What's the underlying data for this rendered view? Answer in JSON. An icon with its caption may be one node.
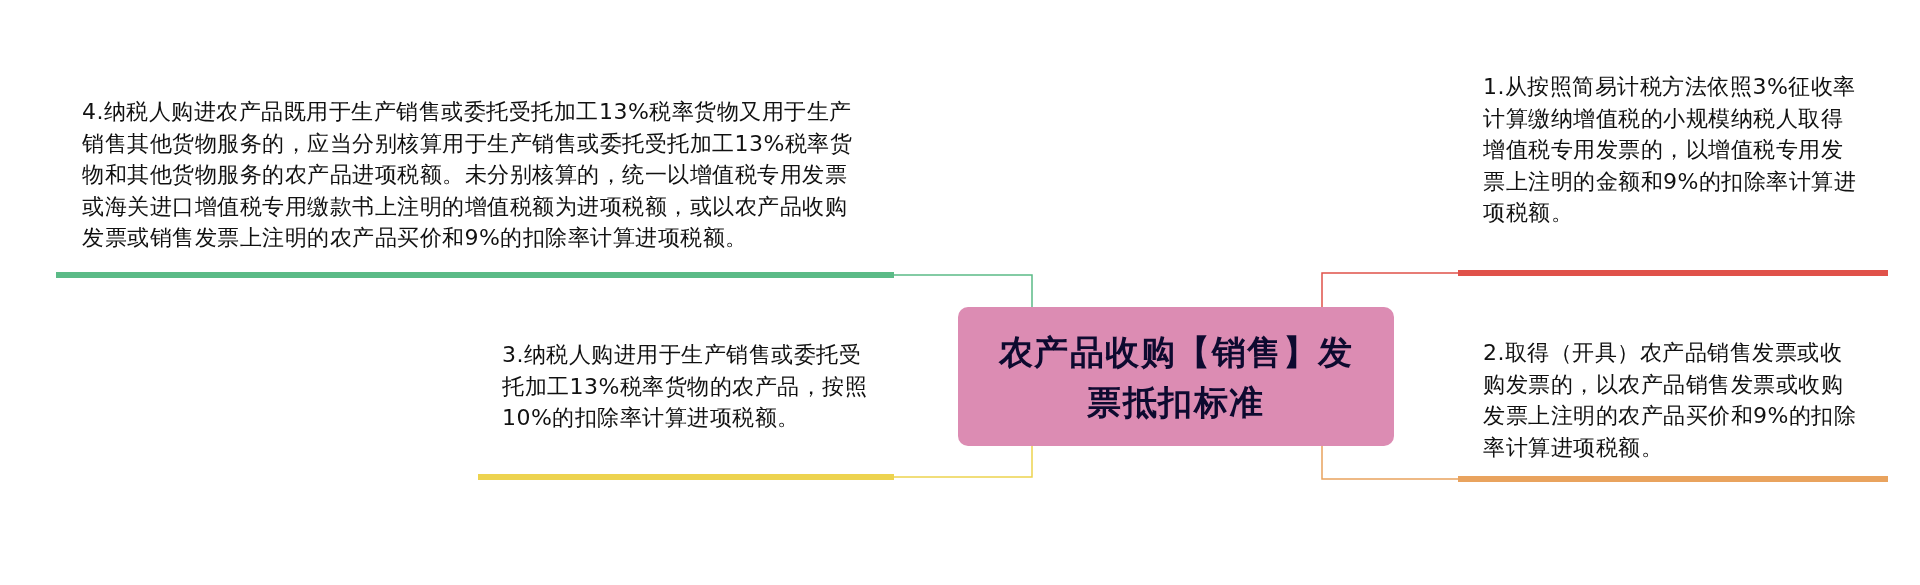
{
  "diagram": {
    "nodes": [
      {
        "text": [
          "农产品收购【销售】发票抵扣标准"
        ]
      },
      {
        "text": [
          "1.从按照简易计税方法依照3%征收率计算缴纳增值税的小规模纳税人取得增值税专用发票的，以增值税专用发票上注明的金额和9%的扣除率计算进项税额。"
        ]
      },
      {
        "text": [
          "2.取得（开具）农产品销售发票或收购发票的，以农产品销售发票或收购发票上注明的农产品买价和9%的扣除率计算进项税额。"
        ]
      },
      {
        "text": [
          "3.纳税人购进用于生产销售或委托受托加工13%税率货物的农产品，按照10%的扣除率计算进项税额。"
        ]
      },
      {
        "text": [
          "4.纳税人购进农产品既用于生产销售或委托受托加工13%税率货物又用于生产销售其他货物服务的，应当分别核算用于生产销售或委托受托加工13%税率货物和其他货物服务的农产品进项税额。未分别核算的，统一以增值税专用发票或海关进口增值税专用缴款书上注明的增值税额为进项税额，或以农产品收购发票或销售发票上注明的农产品买价和9%的扣除率计算进项税额。"
        ]
      }
    ],
    "edges": [
      {
        "from": 0,
        "to": 1,
        "arrow": "none",
        "color": "#e0524a"
      },
      {
        "from": 0,
        "to": 2,
        "arrow": "none",
        "color": "#e9a35e"
      },
      {
        "from": 0,
        "to": 3,
        "arrow": "none",
        "color": "#edd34f"
      },
      {
        "from": 0,
        "to": 4,
        "arrow": "none",
        "color": "#5bbb87"
      }
    ]
  }
}
